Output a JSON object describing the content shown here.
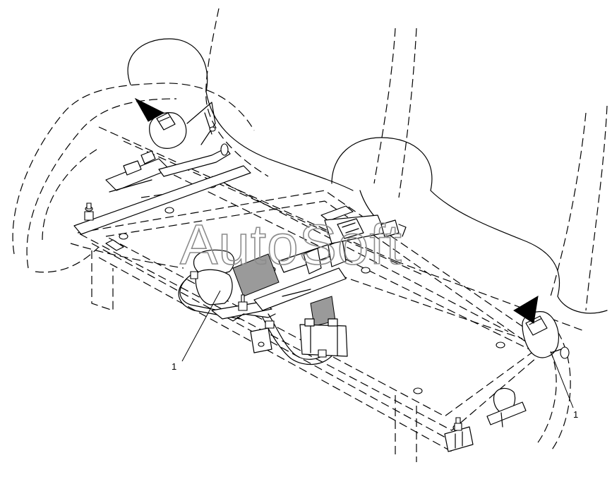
{
  "watermark": {
    "text": "AutoSoft",
    "color": "#8c8c8c"
  },
  "callouts": [
    {
      "id": "left-buckle",
      "label": "1"
    },
    {
      "id": "right-buckle",
      "label": "1"
    }
  ]
}
